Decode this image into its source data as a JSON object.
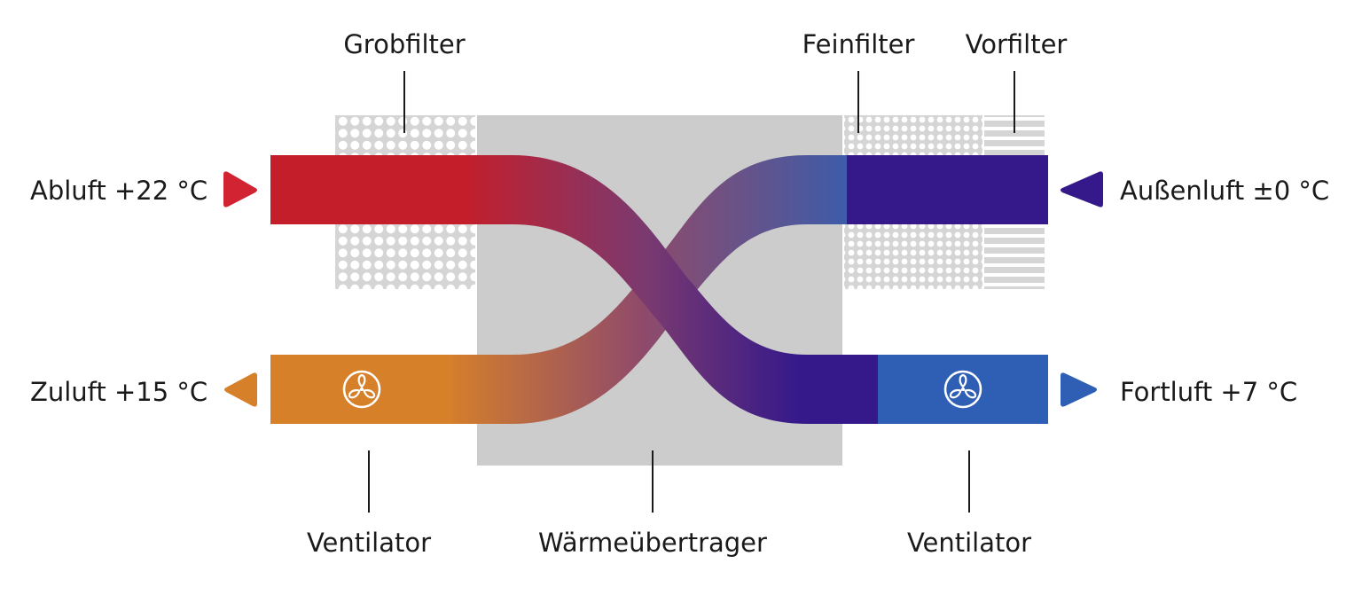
{
  "labels": {
    "grobfilter": "Grobfilter",
    "feinfilter": "Feinfilter",
    "vorfilter": "Vorfilter",
    "abluft": "Abluft +22 °C",
    "aussenluft": "Außenluft ±0 °C",
    "zuluft": "Zuluft +15 °C",
    "fortluft": "Fortluft +7 °C",
    "ventilator_left": "Ventilator",
    "waermeuebertrager": "Wärmeübertrager",
    "ventilator_right": "Ventilator"
  },
  "icons": {
    "fan_left": "fan-icon",
    "fan_right": "fan-icon",
    "arrows": "triangle-arrow"
  },
  "colors": {
    "abluft_red": "#c41e2a",
    "aussenluft_purple": "#35198a",
    "zuluft_orange": "#d6802a",
    "fortluft_blue": "#2e5fb5",
    "exchanger_gray": "#cccccc",
    "filter_gray": "#d5d5d5",
    "text": "#1a1a1a"
  }
}
